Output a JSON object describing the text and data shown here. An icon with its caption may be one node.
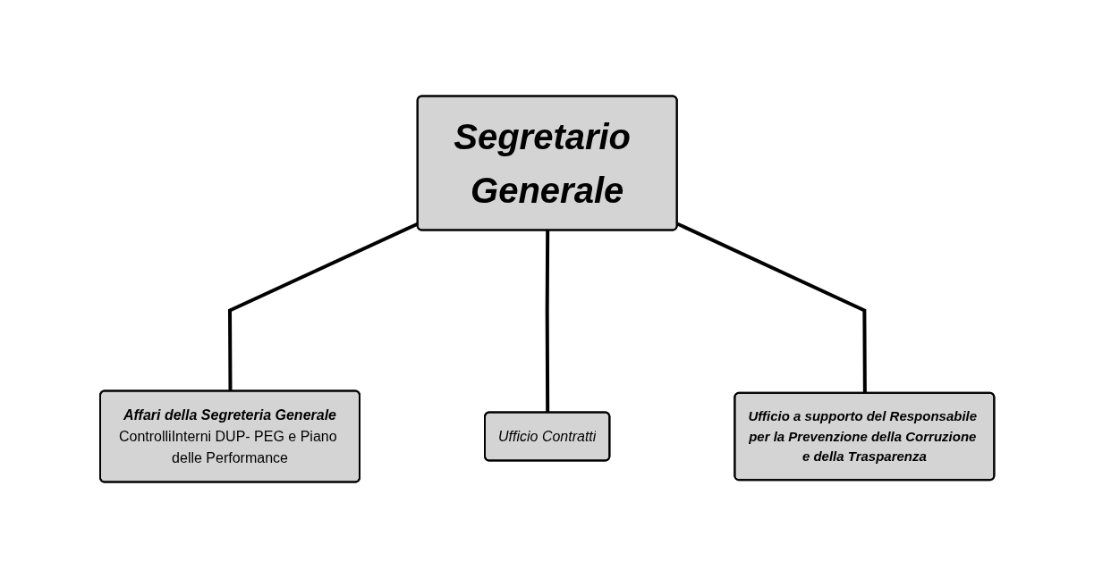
{
  "diagram": {
    "nodes": [
      {
        "text": [
          "Segretario Generale"
        ]
      },
      {
        "text": [
          "Affari della Segreteria Generale",
          "ControlliInterni DUP- PEG e Piano delle Performance"
        ]
      },
      {
        "text": [
          "Ufficio Contratti"
        ]
      },
      {
        "text": [
          "Ufficio a supporto del Responsabile per la Prevenzione della Corruzione e della Trasparenza"
        ]
      }
    ],
    "edges": [
      {
        "from": 0,
        "to": 1,
        "arrow": "none"
      },
      {
        "from": 0,
        "to": 2,
        "arrow": "none"
      },
      {
        "from": 0,
        "to": 3,
        "arrow": "none"
      }
    ]
  }
}
